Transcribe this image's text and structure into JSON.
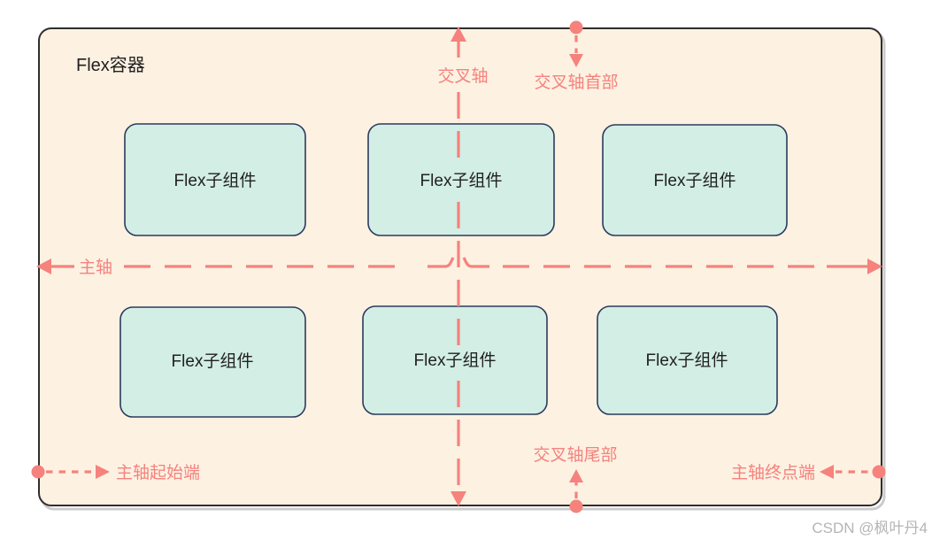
{
  "diagram": {
    "container_label": "Flex容器",
    "items": [
      {
        "label": "Flex子组件"
      },
      {
        "label": "Flex子组件"
      },
      {
        "label": "Flex子组件"
      },
      {
        "label": "Flex子组件"
      },
      {
        "label": "Flex子组件"
      },
      {
        "label": "Flex子组件"
      }
    ],
    "labels": {
      "cross_axis": "交叉轴",
      "cross_axis_start": "交叉轴首部",
      "cross_axis_end": "交叉轴尾部",
      "main_axis": "主轴",
      "main_axis_start": "主轴起始端",
      "main_axis_end": "主轴终点端"
    },
    "colors": {
      "axis": "#f5827d",
      "container_fill": "#fdf1e2",
      "container_border": "#2e2e2e",
      "item_fill": "#d3eee4",
      "item_border": "#2c3a5e",
      "item_text": "#212121",
      "watermark_text": "#b5b5b5"
    }
  },
  "watermark": "CSDN @枫叶丹4"
}
